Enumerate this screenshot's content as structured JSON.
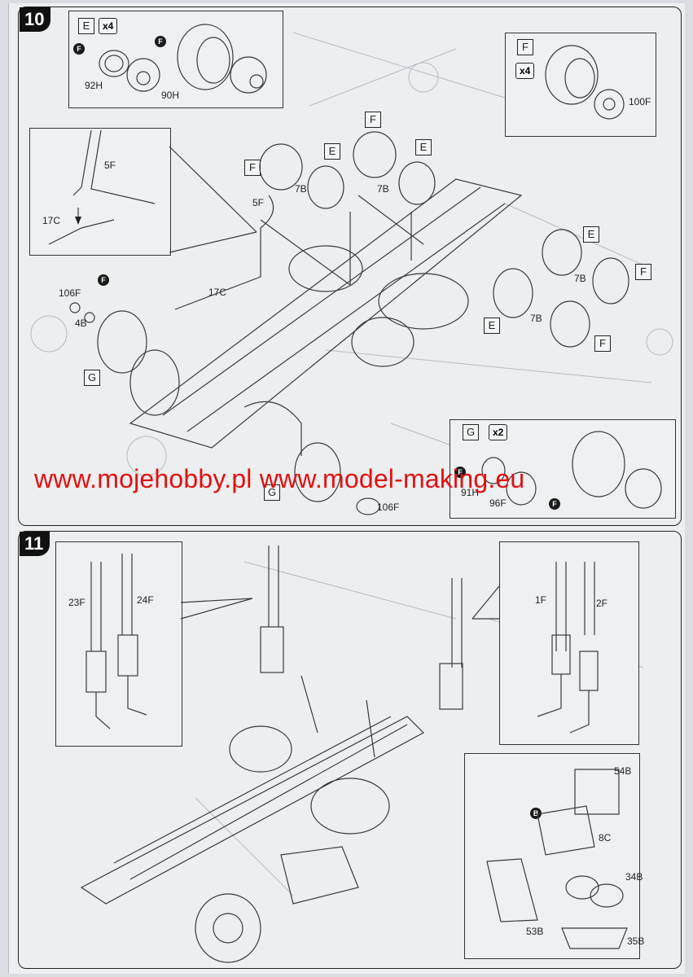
{
  "steps": [
    {
      "number": "10"
    },
    {
      "number": "11"
    }
  ],
  "watermark": {
    "text": "www.mojehobby.pl www.model-making.eu",
    "color": "#e41010"
  },
  "step10": {
    "inset_e": {
      "letter": "E",
      "count": "x4",
      "parts": [
        "92H",
        "90H"
      ]
    },
    "inset_f": {
      "letter": "F",
      "count": "x4",
      "parts": [
        "100F"
      ]
    },
    "inset_g": {
      "letter": "G",
      "count": "x2",
      "parts": [
        "91H",
        "96F"
      ]
    },
    "detail": {
      "parts": [
        "5F",
        "17C"
      ]
    },
    "main": {
      "parts": [
        "5F",
        "17C",
        "106F",
        "4B",
        "7B",
        "7B",
        "7B",
        "7B",
        "106F"
      ],
      "wheel_labels": [
        "F",
        "E",
        "F",
        "E",
        "E",
        "F",
        "E",
        "F",
        "G",
        "G"
      ]
    }
  },
  "step11": {
    "left_inset": {
      "parts": [
        "23F",
        "24F"
      ]
    },
    "right_inset": {
      "parts": [
        "1F",
        "2F"
      ]
    },
    "battery_inset": {
      "parts": [
        "54B",
        "8C",
        "34B",
        "53B",
        "35B"
      ]
    }
  }
}
